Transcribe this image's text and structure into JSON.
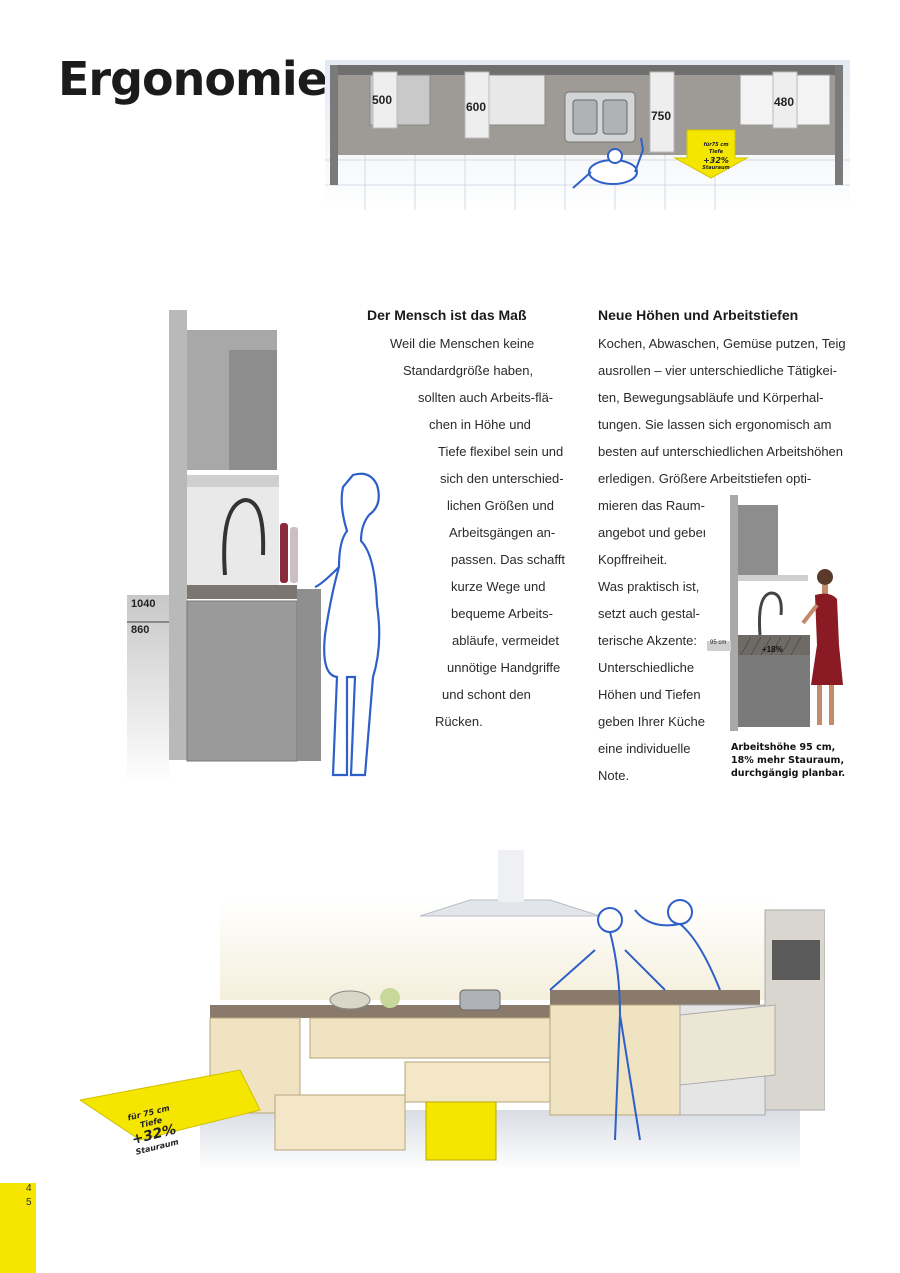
{
  "page": {
    "title": "Ergonomie",
    "page_numbers": [
      "4",
      "5"
    ]
  },
  "top_illustration": {
    "widths": [
      "500",
      "600",
      "750",
      "480"
    ],
    "badge": {
      "line1": "für75 cm",
      "line2": "Tiefe",
      "percent": "+32%",
      "line3": "Stauraum"
    }
  },
  "left_illustration": {
    "heights": [
      "1040",
      "860"
    ]
  },
  "column_left": {
    "heading": "Der Mensch ist das Maß",
    "lines": [
      "Weil die Menschen keine",
      "Standardgröße haben,",
      "sollten auch Arbeits-flä-",
      "chen in Höhe und",
      "Tiefe flexibel sein und",
      "sich den unterschied-",
      "lichen Größen und",
      "Arbeitsgängen an-",
      "passen. Das schafft",
      "kurze Wege und",
      "bequeme Arbeits-",
      "abläufe, vermeidet",
      "unnötige Handgriffe",
      "und schont den",
      "Rücken."
    ]
  },
  "column_right": {
    "heading": "Neue Höhen und Arbeitstiefen",
    "lines": [
      "Kochen, Abwaschen, Gemüse putzen, Teig",
      "ausrollen – vier unterschiedliche Tätigkei-",
      "ten, Bewegungsabläufe und Körperhal-",
      "tungen. Sie lassen sich ergonomisch am",
      "besten auf unterschiedlichen Arbeitshöhen",
      "erledigen. Größere Arbeitstiefen opti-",
      "mieren das Raum-",
      "angebot und geben",
      "Kopffreiheit.",
      "Was praktisch ist,",
      "setzt auch gestal-",
      "terische Akzente:",
      "Unterschiedliche",
      "Höhen und Tiefen",
      "geben Ihrer Küche",
      "eine individuelle",
      "Note."
    ]
  },
  "photo": {
    "height_tag": "95 cm",
    "percent_tag": "+18%",
    "caption_lines": [
      "Arbeitshöhe 95 cm,",
      "18% mehr Stauraum,",
      "durchgängig planbar."
    ]
  },
  "bottom_illustration": {
    "badge": {
      "line1": "für 75 cm",
      "line2": "Tiefe",
      "percent": "+32%",
      "line3": "Stauraum"
    }
  },
  "colors": {
    "accent_yellow": "#f5e600",
    "figure_blue": "#2f5fc8"
  }
}
